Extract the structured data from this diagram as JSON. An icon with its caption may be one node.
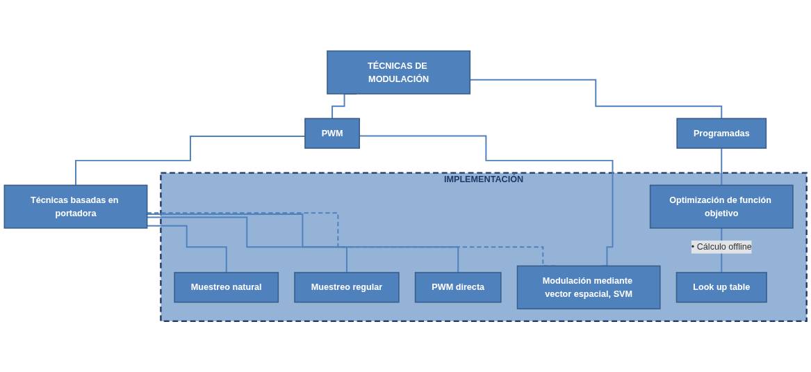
{
  "diagram": {
    "nodes": [
      {
        "text": [
          "TÉCNICAS DE MODULACIÓN"
        ]
      },
      {
        "text": [
          "PWM"
        ]
      },
      {
        "text": [
          "Programadas"
        ]
      },
      {
        "text": [
          "Técnicas basadas en portadora"
        ]
      },
      {
        "text": [
          "IMPLEMENTACIÓN"
        ]
      },
      {
        "text": [
          "Optimización de función objetivo"
        ],
        "in": 4
      },
      {
        "text": [
          "Muestreo natural"
        ],
        "in": 4
      },
      {
        "text": [
          "Muestreo regular"
        ],
        "in": 4
      },
      {
        "text": [
          "PWM directa"
        ],
        "in": 4
      },
      {
        "text": [
          "Modulación mediante vector espacial, SVM"
        ],
        "in": 4
      },
      {
        "text": [
          "Look up table"
        ],
        "in": 4
      }
    ],
    "edges": [
      {
        "from": 0,
        "to": 1,
        "arrow": "none"
      },
      {
        "from": 0,
        "to": 2,
        "arrow": "none"
      },
      {
        "from": 1,
        "to": 3,
        "arrow": "none"
      },
      {
        "from": 1,
        "to": 9,
        "arrow": "none"
      },
      {
        "from": 3,
        "to": 6,
        "arrow": "none"
      },
      {
        "from": 3,
        "to": 7,
        "arrow": "none"
      },
      {
        "from": 3,
        "to": 8,
        "arrow": "none"
      },
      {
        "from": 3,
        "to": 9,
        "arrow": "none",
        "style": "dashed"
      },
      {
        "from": 2,
        "to": 5,
        "arrow": "none"
      },
      {
        "from": 5,
        "to": 10,
        "arrow": "none",
        "label": "• Cálculo offline"
      }
    ]
  }
}
